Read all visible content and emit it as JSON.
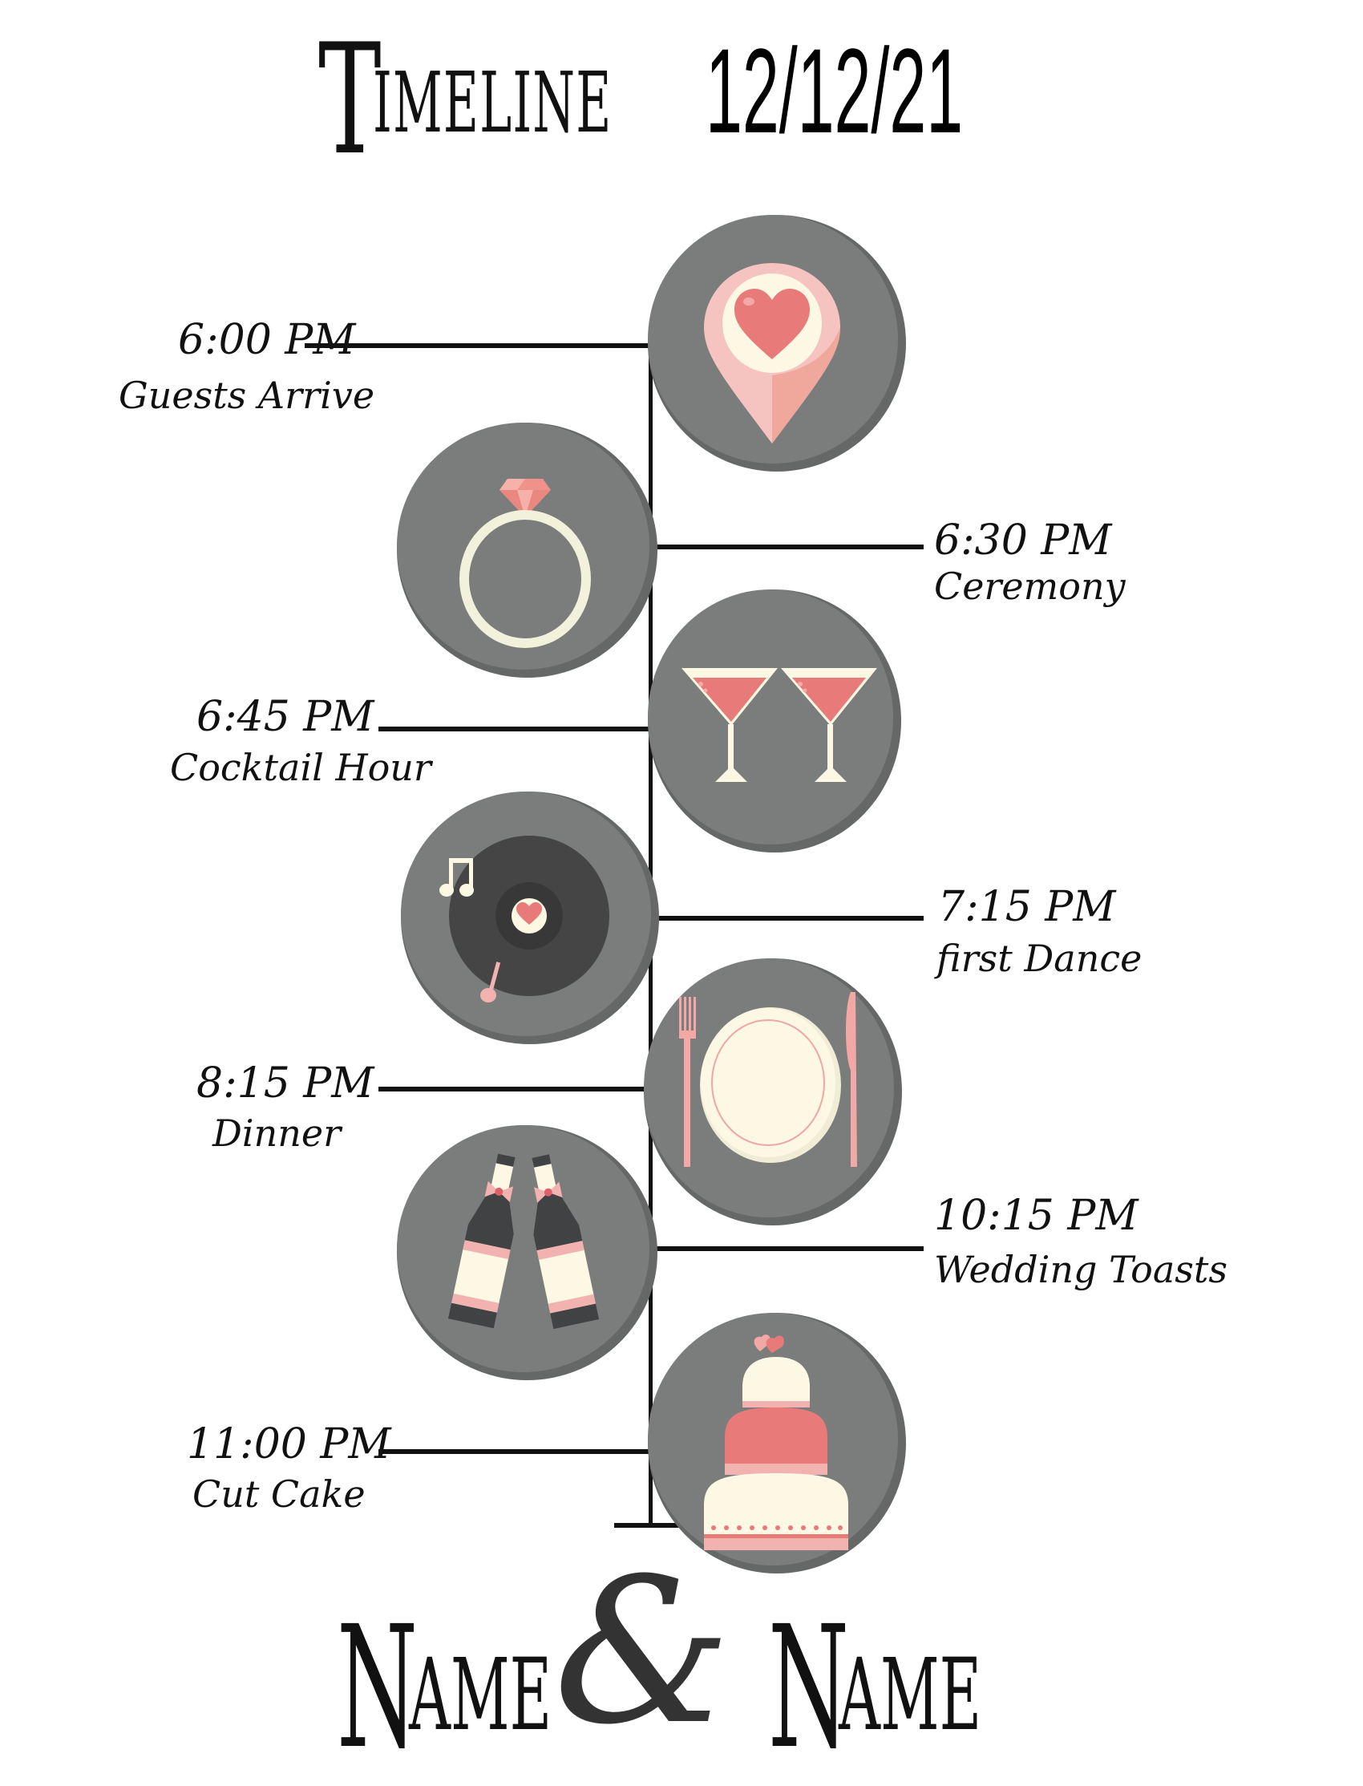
{
  "header": {
    "title_initial": "T",
    "title_rest": "IMELINE",
    "date": "12/12/21"
  },
  "events": [
    {
      "time": "6:00 PM",
      "label": "Guests Arrive",
      "side": "left",
      "icon": "location-pin-heart-icon"
    },
    {
      "time": "6:30 PM",
      "label": "Ceremony",
      "side": "right",
      "icon": "diamond-ring-icon"
    },
    {
      "time": "6:45 PM",
      "label": "Cocktail Hour",
      "side": "left",
      "icon": "martini-glasses-icon"
    },
    {
      "time": "7:15 PM",
      "label": "first Dance",
      "side": "right",
      "icon": "vinyl-record-music-icon"
    },
    {
      "time": "8:15 PM",
      "label": "Dinner",
      "side": "left",
      "icon": "plate-fork-knife-icon"
    },
    {
      "time": "10:15 PM",
      "label": "Wedding Toasts",
      "side": "right",
      "icon": "champagne-bottles-icon"
    },
    {
      "time": "11:00 PM",
      "label": "Cut Cake",
      "side": "left",
      "icon": "wedding-cake-icon"
    }
  ],
  "footer": {
    "name1_initial": "N",
    "name1_rest": "AME",
    "ampersand": "&",
    "name2_initial": "N",
    "name2_rest": "AME"
  },
  "colors": {
    "circle": "#7b7d7c",
    "circle_shadow": "#666867",
    "cream": "#fcf8e3",
    "pink": "#e87a7a",
    "light_pink": "#f2b3b0",
    "dark": "#414243",
    "line": "#111111"
  }
}
